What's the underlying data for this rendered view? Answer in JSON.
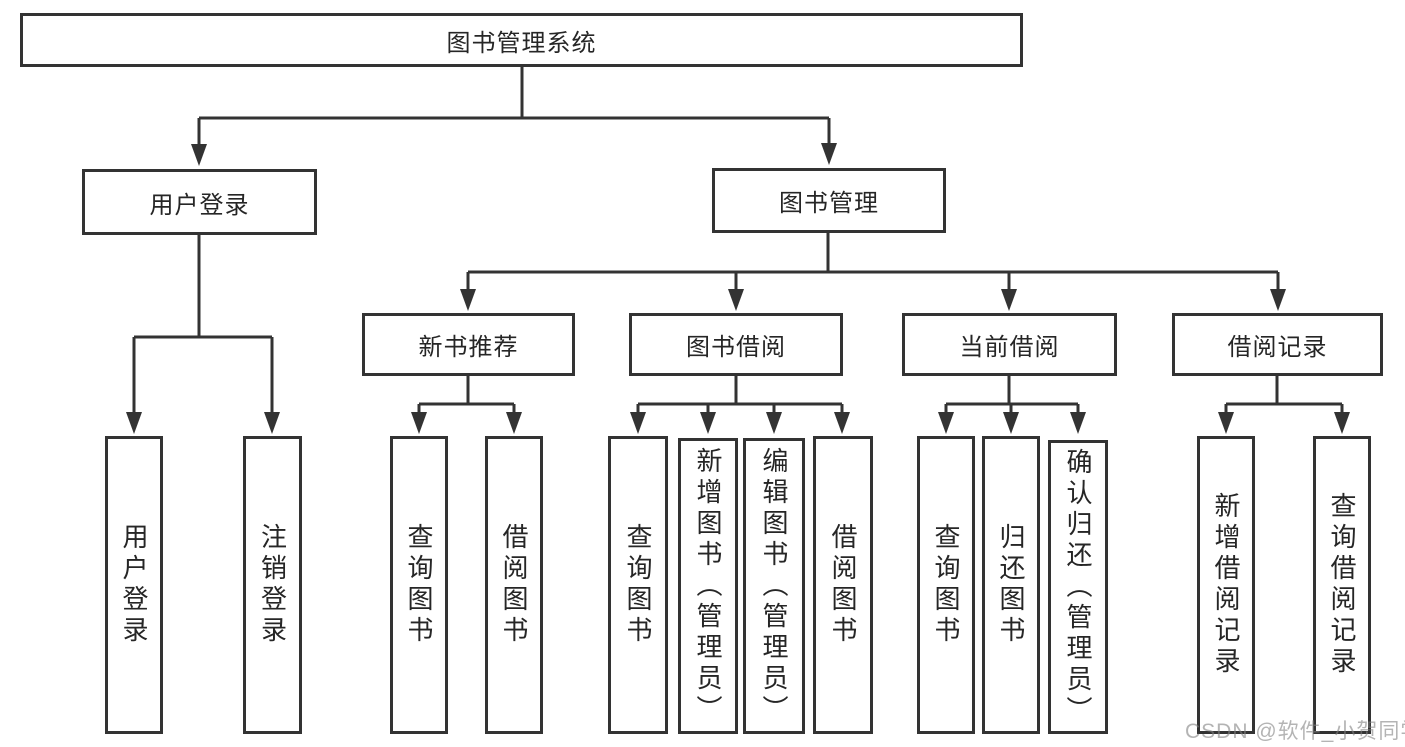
{
  "diagram": {
    "type": "hierarchy-tree",
    "colors": {
      "line": "#333333",
      "text": "#262626",
      "box_fill": "#ffffff",
      "watermark": "#828282"
    },
    "root": {
      "label": "图书管理系统"
    },
    "level2": {
      "user_login": {
        "label": "用户登录"
      },
      "book_mgmt": {
        "label": "图书管理"
      }
    },
    "level3": {
      "new_book_rec": {
        "label": "新书推荐",
        "parent": "图书管理"
      },
      "book_borrow": {
        "label": "图书借阅",
        "parent": "图书管理"
      },
      "current_borrow": {
        "label": "当前借阅",
        "parent": "图书管理"
      },
      "borrow_records": {
        "label": "借阅记录",
        "parent": "图书管理"
      }
    },
    "leaves": {
      "ul_login": {
        "label": "用户登录",
        "parent": "用户登录"
      },
      "ul_logout": {
        "label": "注销登录",
        "parent": "用户登录"
      },
      "nb_query": {
        "label": "查询图书",
        "parent": "新书推荐"
      },
      "nb_borrow": {
        "label": "借阅图书",
        "parent": "新书推荐"
      },
      "bb_query": {
        "label": "查询图书",
        "parent": "图书借阅"
      },
      "bb_add": {
        "label": "新增图书（管理员）",
        "parent": "图书借阅"
      },
      "bb_edit": {
        "label": "编辑图书（管理员）",
        "parent": "图书借阅"
      },
      "bb_borrow": {
        "label": "借阅图书",
        "parent": "图书借阅"
      },
      "cb_query": {
        "label": "查询图书",
        "parent": "当前借阅"
      },
      "cb_return": {
        "label": "归还图书",
        "parent": "当前借阅"
      },
      "cb_confirm": {
        "label": "确认归还（管理员）",
        "parent": "当前借阅"
      },
      "br_add": {
        "label": "新增借阅记录",
        "parent": "借阅记录"
      },
      "br_query": {
        "label": "查询借阅记录",
        "parent": "借阅记录"
      }
    }
  },
  "watermark": {
    "text": "CSDN @软件_小贺同学"
  }
}
